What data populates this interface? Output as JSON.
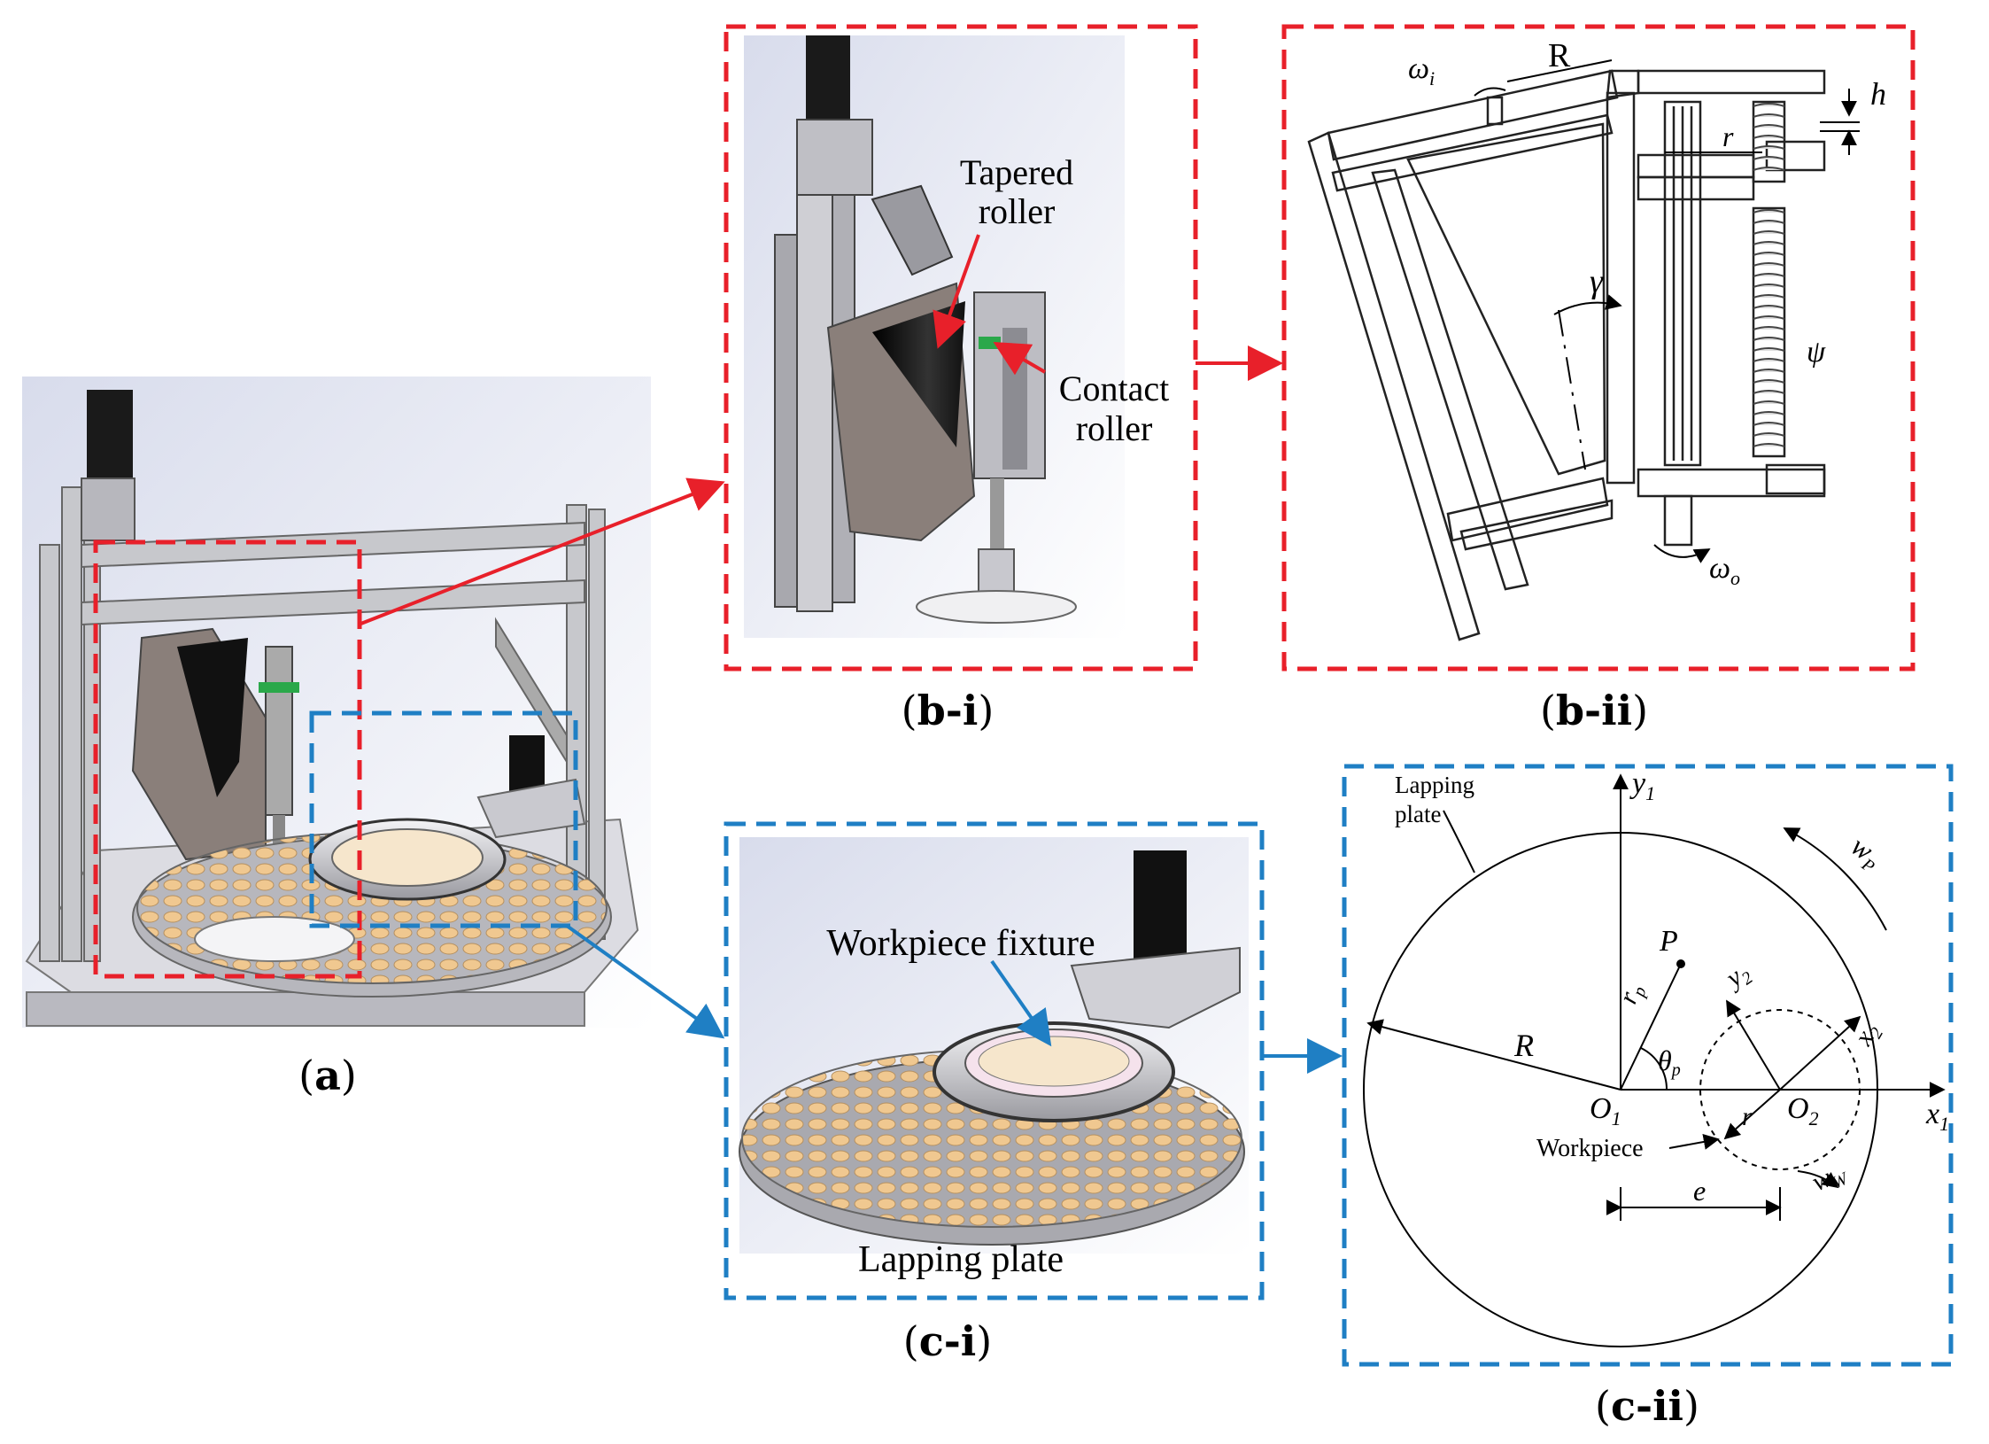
{
  "panels": {
    "a": {
      "caption_open": "(",
      "caption_id": "a",
      "caption_close": ")"
    },
    "b_i": {
      "caption_open": "(",
      "caption_id": "b-i",
      "caption_close": ")",
      "label_tapered": "Tapered",
      "label_roller1": "roller",
      "label_contact": "Contact",
      "label_roller2": "roller"
    },
    "b_ii": {
      "caption_open": "(",
      "caption_id": "b-ii",
      "caption_close": ")",
      "sym_omega_i": "ω",
      "sym_omega_i_sub": "i",
      "sym_R": "R",
      "sym_h": "h",
      "sym_r": "r",
      "sym_gamma": "γ",
      "sym_psi": "ψ",
      "sym_omega_o": "ω",
      "sym_omega_o_sub": "o"
    },
    "c_i": {
      "caption_open": "(",
      "caption_id": "c-i",
      "caption_close": ")",
      "label_fixture": "Workpiece fixture",
      "label_plate": "Lapping plate"
    },
    "c_ii": {
      "caption_open": "(",
      "caption_id": "c-ii",
      "caption_close": ")",
      "label_lapping1": "Lapping",
      "label_lapping2": "plate",
      "sym_y1": "y",
      "sym_y1_sub": "1",
      "sym_wp": "w",
      "sym_wp_sub": "P",
      "sym_P": "P",
      "sym_rp": "r",
      "sym_rp_sub": "p",
      "sym_y2": "y",
      "sym_y2_sub": "2",
      "sym_x2": "x",
      "sym_x2_sub": "2",
      "sym_R": "R",
      "sym_theta": "θ",
      "sym_theta_sub": "p",
      "sym_O1": "O",
      "sym_O1_sub": "1",
      "sym_r": "r",
      "sym_O2": "O",
      "sym_O2_sub": "2",
      "sym_x1": "x",
      "sym_x1_sub": "1",
      "label_workpiece": "Workpiece",
      "sym_e": "e",
      "sym_ww": "w",
      "sym_ww_sub": "W"
    }
  },
  "colors": {
    "red_frame": "#e8202a",
    "blue_frame": "#1f7fc4",
    "cone": "#1a1a1a",
    "bracket": "#8a7f7a",
    "plate_dots": "#f0c890",
    "plate": "#c8c8cc",
    "green": "#2aa84a"
  }
}
